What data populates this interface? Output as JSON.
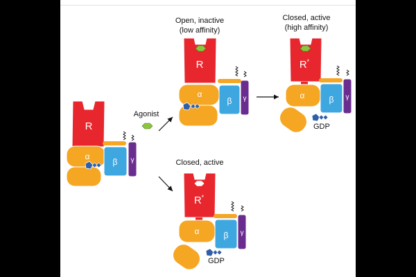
{
  "captions": {
    "open_line1": "Open, inactive",
    "open_line2": "(low affinity)",
    "closed_top_line1": "Closed, active",
    "closed_top_line2": "(high affinity)",
    "closed_bottom": "Closed, active",
    "agonist": "Agonist"
  },
  "subunits": {
    "receptor": "R",
    "receptor_active": "R",
    "active_mark": "*",
    "alpha": "α",
    "beta": "β",
    "gamma": "γ"
  },
  "nucleotide": "GDP",
  "colors": {
    "receptor": "#e8262d",
    "alpha": "#f5a623",
    "beta": "#3fa7e0",
    "gamma": "#6a2d8f",
    "agonist": "#8cc63f",
    "gdp": "#2f5fa8",
    "outline": "#ffffff"
  }
}
